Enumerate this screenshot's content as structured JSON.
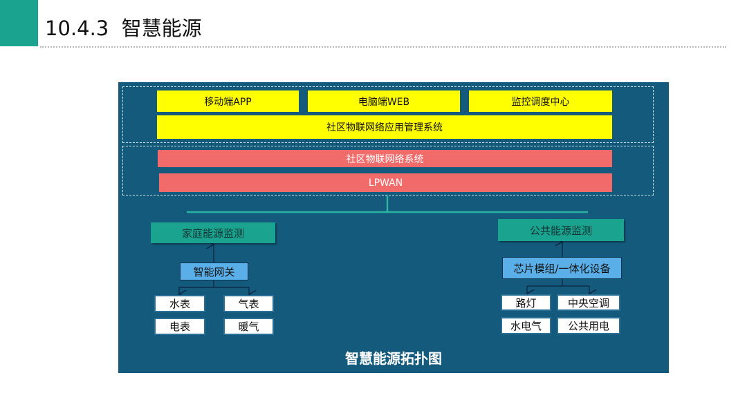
{
  "header": {
    "title": "10.4.3  智慧能源"
  },
  "diagram": {
    "app_layer": {
      "items": [
        "移动端APP",
        "电脑端WEB",
        "监控调度中心"
      ],
      "platform": "社区物联网络应用管理系统"
    },
    "network_layer": {
      "system": "社区物联网络系统",
      "lpwan": "LPWAN"
    },
    "home": {
      "title": "家庭能源监测",
      "gateway": "智能网关",
      "devices": [
        "水表",
        "气表",
        "电表",
        "暖气"
      ]
    },
    "public": {
      "title": "公共能源监测",
      "gateway": "芯片模组/一体化设备",
      "devices": [
        "路灯",
        "中央空调",
        "水电气",
        "公共用电"
      ]
    },
    "caption": "智慧能源拓扑图"
  },
  "colors": {
    "accent": "#1aa38f",
    "panel": "#145a7c",
    "yellow": "#ffff00",
    "red": "#f26b6b",
    "blue": "#5aafe8"
  }
}
